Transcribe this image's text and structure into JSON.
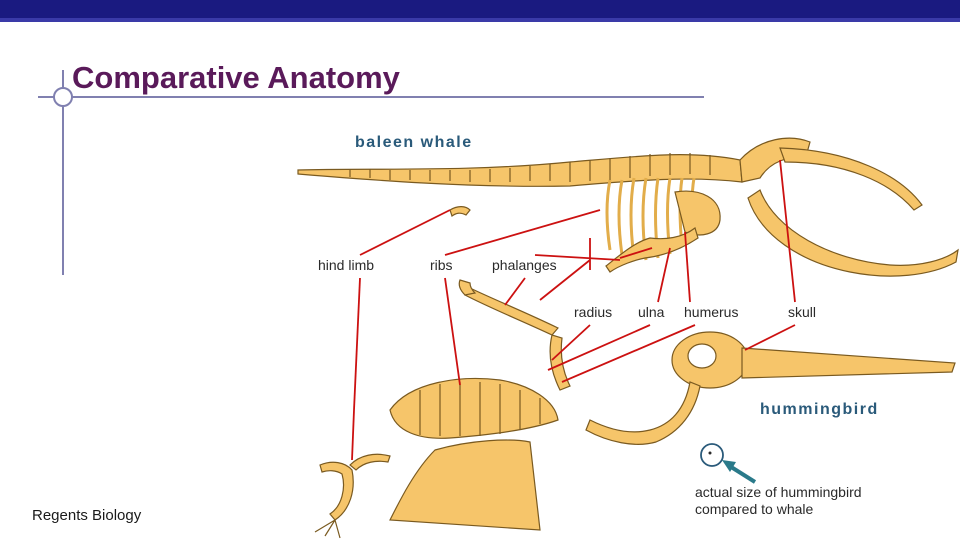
{
  "slide": {
    "title": "Comparative Anatomy",
    "footer": "Regents Biology"
  },
  "diagram": {
    "whale_label": "baleen whale",
    "bird_label": "hummingbird",
    "bone_labels": {
      "hind_limb": "hind limb",
      "ribs": "ribs",
      "phalanges": "phalanges",
      "radius": "radius",
      "ulna": "ulna",
      "humerus": "humerus",
      "skull": "skull"
    },
    "caption_line1": "actual size of hummingbird",
    "caption_line2": "compared to whale"
  },
  "colors": {
    "header_bar": "#1a1a80",
    "title_text": "#5a1a5a",
    "bone": "#f6c56a",
    "pointer_lines": "#cc1111",
    "species_label": "#2a5a7a"
  }
}
